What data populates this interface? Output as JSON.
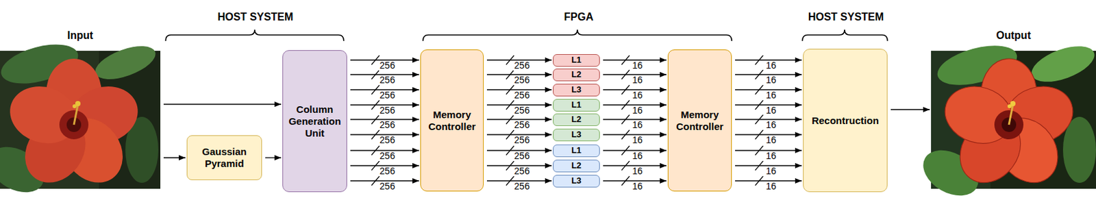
{
  "diagram": {
    "nodes": [
      {
        "text": [
          "Input"
        ]
      },
      {
        "text": [
          "Gaussian Pyramid"
        ]
      },
      {
        "text": [
          "Column Generation Unit"
        ]
      },
      {
        "text": [
          "Memory Controller"
        ]
      },
      {
        "text": [
          "L1"
        ]
      },
      {
        "text": [
          "L2"
        ]
      },
      {
        "text": [
          "L3"
        ]
      },
      {
        "text": [
          "L1"
        ]
      },
      {
        "text": [
          "L2"
        ]
      },
      {
        "text": [
          "L3"
        ]
      },
      {
        "text": [
          "L1"
        ]
      },
      {
        "text": [
          "L2"
        ]
      },
      {
        "text": [
          "L3"
        ]
      },
      {
        "text": [
          "Memory Controller"
        ]
      },
      {
        "text": [
          "Recontruction"
        ]
      },
      {
        "text": [
          "Output"
        ]
      }
    ],
    "edges": [
      {
        "from": 0,
        "to": 2,
        "arrow": "to"
      },
      {
        "from": 0,
        "to": 1,
        "arrow": "to"
      },
      {
        "from": 1,
        "to": 2,
        "arrow": "to"
      },
      {
        "from": 2,
        "to": 3,
        "arrow": "to",
        "label": "256"
      },
      {
        "from": 2,
        "to": 3,
        "arrow": "to",
        "label": "256"
      },
      {
        "from": 2,
        "to": 3,
        "arrow": "to",
        "label": "256"
      },
      {
        "from": 2,
        "to": 3,
        "arrow": "to",
        "label": "256"
      },
      {
        "from": 2,
        "to": 3,
        "arrow": "to",
        "label": "256"
      },
      {
        "from": 2,
        "to": 3,
        "arrow": "to",
        "label": "256"
      },
      {
        "from": 2,
        "to": 3,
        "arrow": "to",
        "label": "256"
      },
      {
        "from": 2,
        "to": 3,
        "arrow": "to",
        "label": "256"
      },
      {
        "from": 2,
        "to": 3,
        "arrow": "to",
        "label": "256"
      },
      {
        "from": 3,
        "to": 4,
        "arrow": "to",
        "label": "256"
      },
      {
        "from": 3,
        "to": 5,
        "arrow": "to",
        "label": "256"
      },
      {
        "from": 3,
        "to": 6,
        "arrow": "to",
        "label": "256"
      },
      {
        "from": 3,
        "to": 7,
        "arrow": "to",
        "label": "256"
      },
      {
        "from": 3,
        "to": 8,
        "arrow": "to",
        "label": "256"
      },
      {
        "from": 3,
        "to": 9,
        "arrow": "to",
        "label": "256"
      },
      {
        "from": 3,
        "to": 10,
        "arrow": "to",
        "label": "256"
      },
      {
        "from": 3,
        "to": 11,
        "arrow": "to",
        "label": "256"
      },
      {
        "from": 3,
        "to": 12,
        "arrow": "to",
        "label": "256"
      },
      {
        "from": 4,
        "to": 13,
        "arrow": "to",
        "label": "16"
      },
      {
        "from": 5,
        "to": 13,
        "arrow": "to",
        "label": "16"
      },
      {
        "from": 6,
        "to": 13,
        "arrow": "to",
        "label": "16"
      },
      {
        "from": 7,
        "to": 13,
        "arrow": "to",
        "label": "16"
      },
      {
        "from": 8,
        "to": 13,
        "arrow": "to",
        "label": "16"
      },
      {
        "from": 9,
        "to": 13,
        "arrow": "to",
        "label": "16"
      },
      {
        "from": 10,
        "to": 13,
        "arrow": "to",
        "label": "16"
      },
      {
        "from": 11,
        "to": 13,
        "arrow": "to",
        "label": "16"
      },
      {
        "from": 12,
        "to": 13,
        "arrow": "to",
        "label": "16"
      },
      {
        "from": 13,
        "to": 14,
        "arrow": "to",
        "label": "16"
      },
      {
        "from": 13,
        "to": 14,
        "arrow": "to",
        "label": "16"
      },
      {
        "from": 13,
        "to": 14,
        "arrow": "to",
        "label": "16"
      },
      {
        "from": 13,
        "to": 14,
        "arrow": "to",
        "label": "16"
      },
      {
        "from": 13,
        "to": 14,
        "arrow": "to",
        "label": "16"
      },
      {
        "from": 13,
        "to": 14,
        "arrow": "to",
        "label": "16"
      },
      {
        "from": 13,
        "to": 14,
        "arrow": "to",
        "label": "16"
      },
      {
        "from": 13,
        "to": 14,
        "arrow": "to",
        "label": "16"
      },
      {
        "from": 13,
        "to": 14,
        "arrow": "to",
        "label": "16"
      },
      {
        "from": 14,
        "to": 15,
        "arrow": "to"
      }
    ],
    "labels": [
      "HOST SYSTEM",
      "FPGA",
      "HOST SYSTEM"
    ]
  }
}
